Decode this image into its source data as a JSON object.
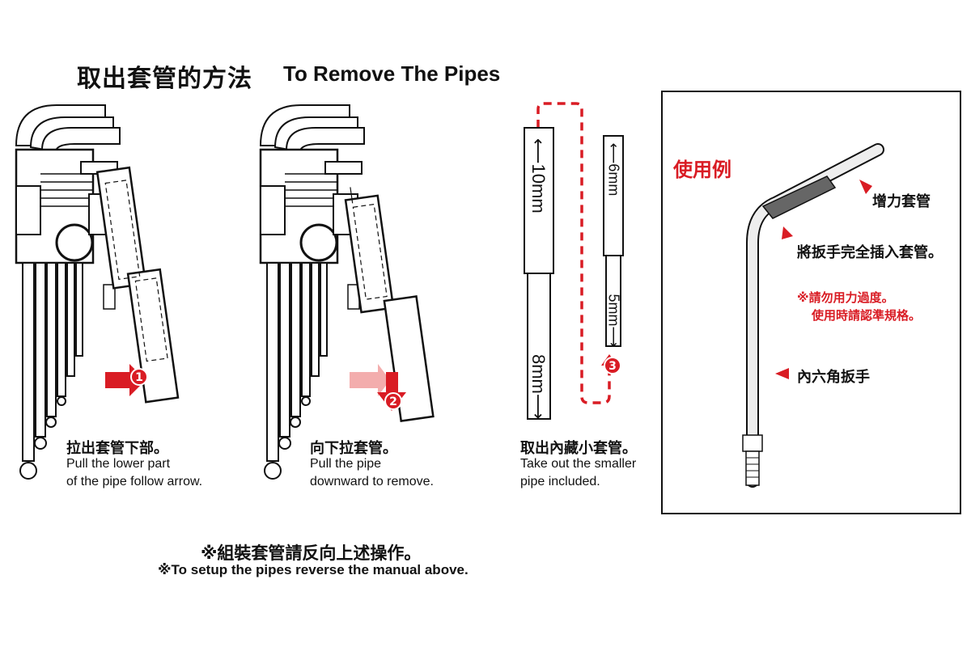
{
  "header": {
    "title_cn": "取出套管的方法",
    "title_en": "To Remove The Pipes"
  },
  "steps": [
    {
      "number": "1",
      "caption_cn": "拉出套管下部。",
      "caption_en": [
        "Pull the lower part",
        "of the pipe follow arrow."
      ]
    },
    {
      "number": "2",
      "caption_cn": "向下拉套管。",
      "caption_en": [
        "Pull the pipe",
        "downward to remove."
      ]
    },
    {
      "number": "3",
      "caption_cn": "取出內藏小套管。",
      "caption_en": [
        "Take out the smaller",
        "pipe included."
      ]
    }
  ],
  "pipe_sizes": {
    "large_top": "10mm",
    "large_bottom": "8mm",
    "small_top": "6mm",
    "small_bottom": "5mm"
  },
  "footer": {
    "note_cn": "※組裝套管請反向上述操作。",
    "note_en": "※To setup the pipes reverse the manual above."
  },
  "example": {
    "title": "使用例",
    "label_pipe": "增力套管",
    "label_insert": "將扳手完全插入套管。",
    "warning": [
      "※請勿用力過度。",
      "使用時請認準規格。"
    ],
    "label_wrench": "內六角扳手"
  },
  "colors": {
    "accent": "#d91c24",
    "line": "#111111"
  }
}
